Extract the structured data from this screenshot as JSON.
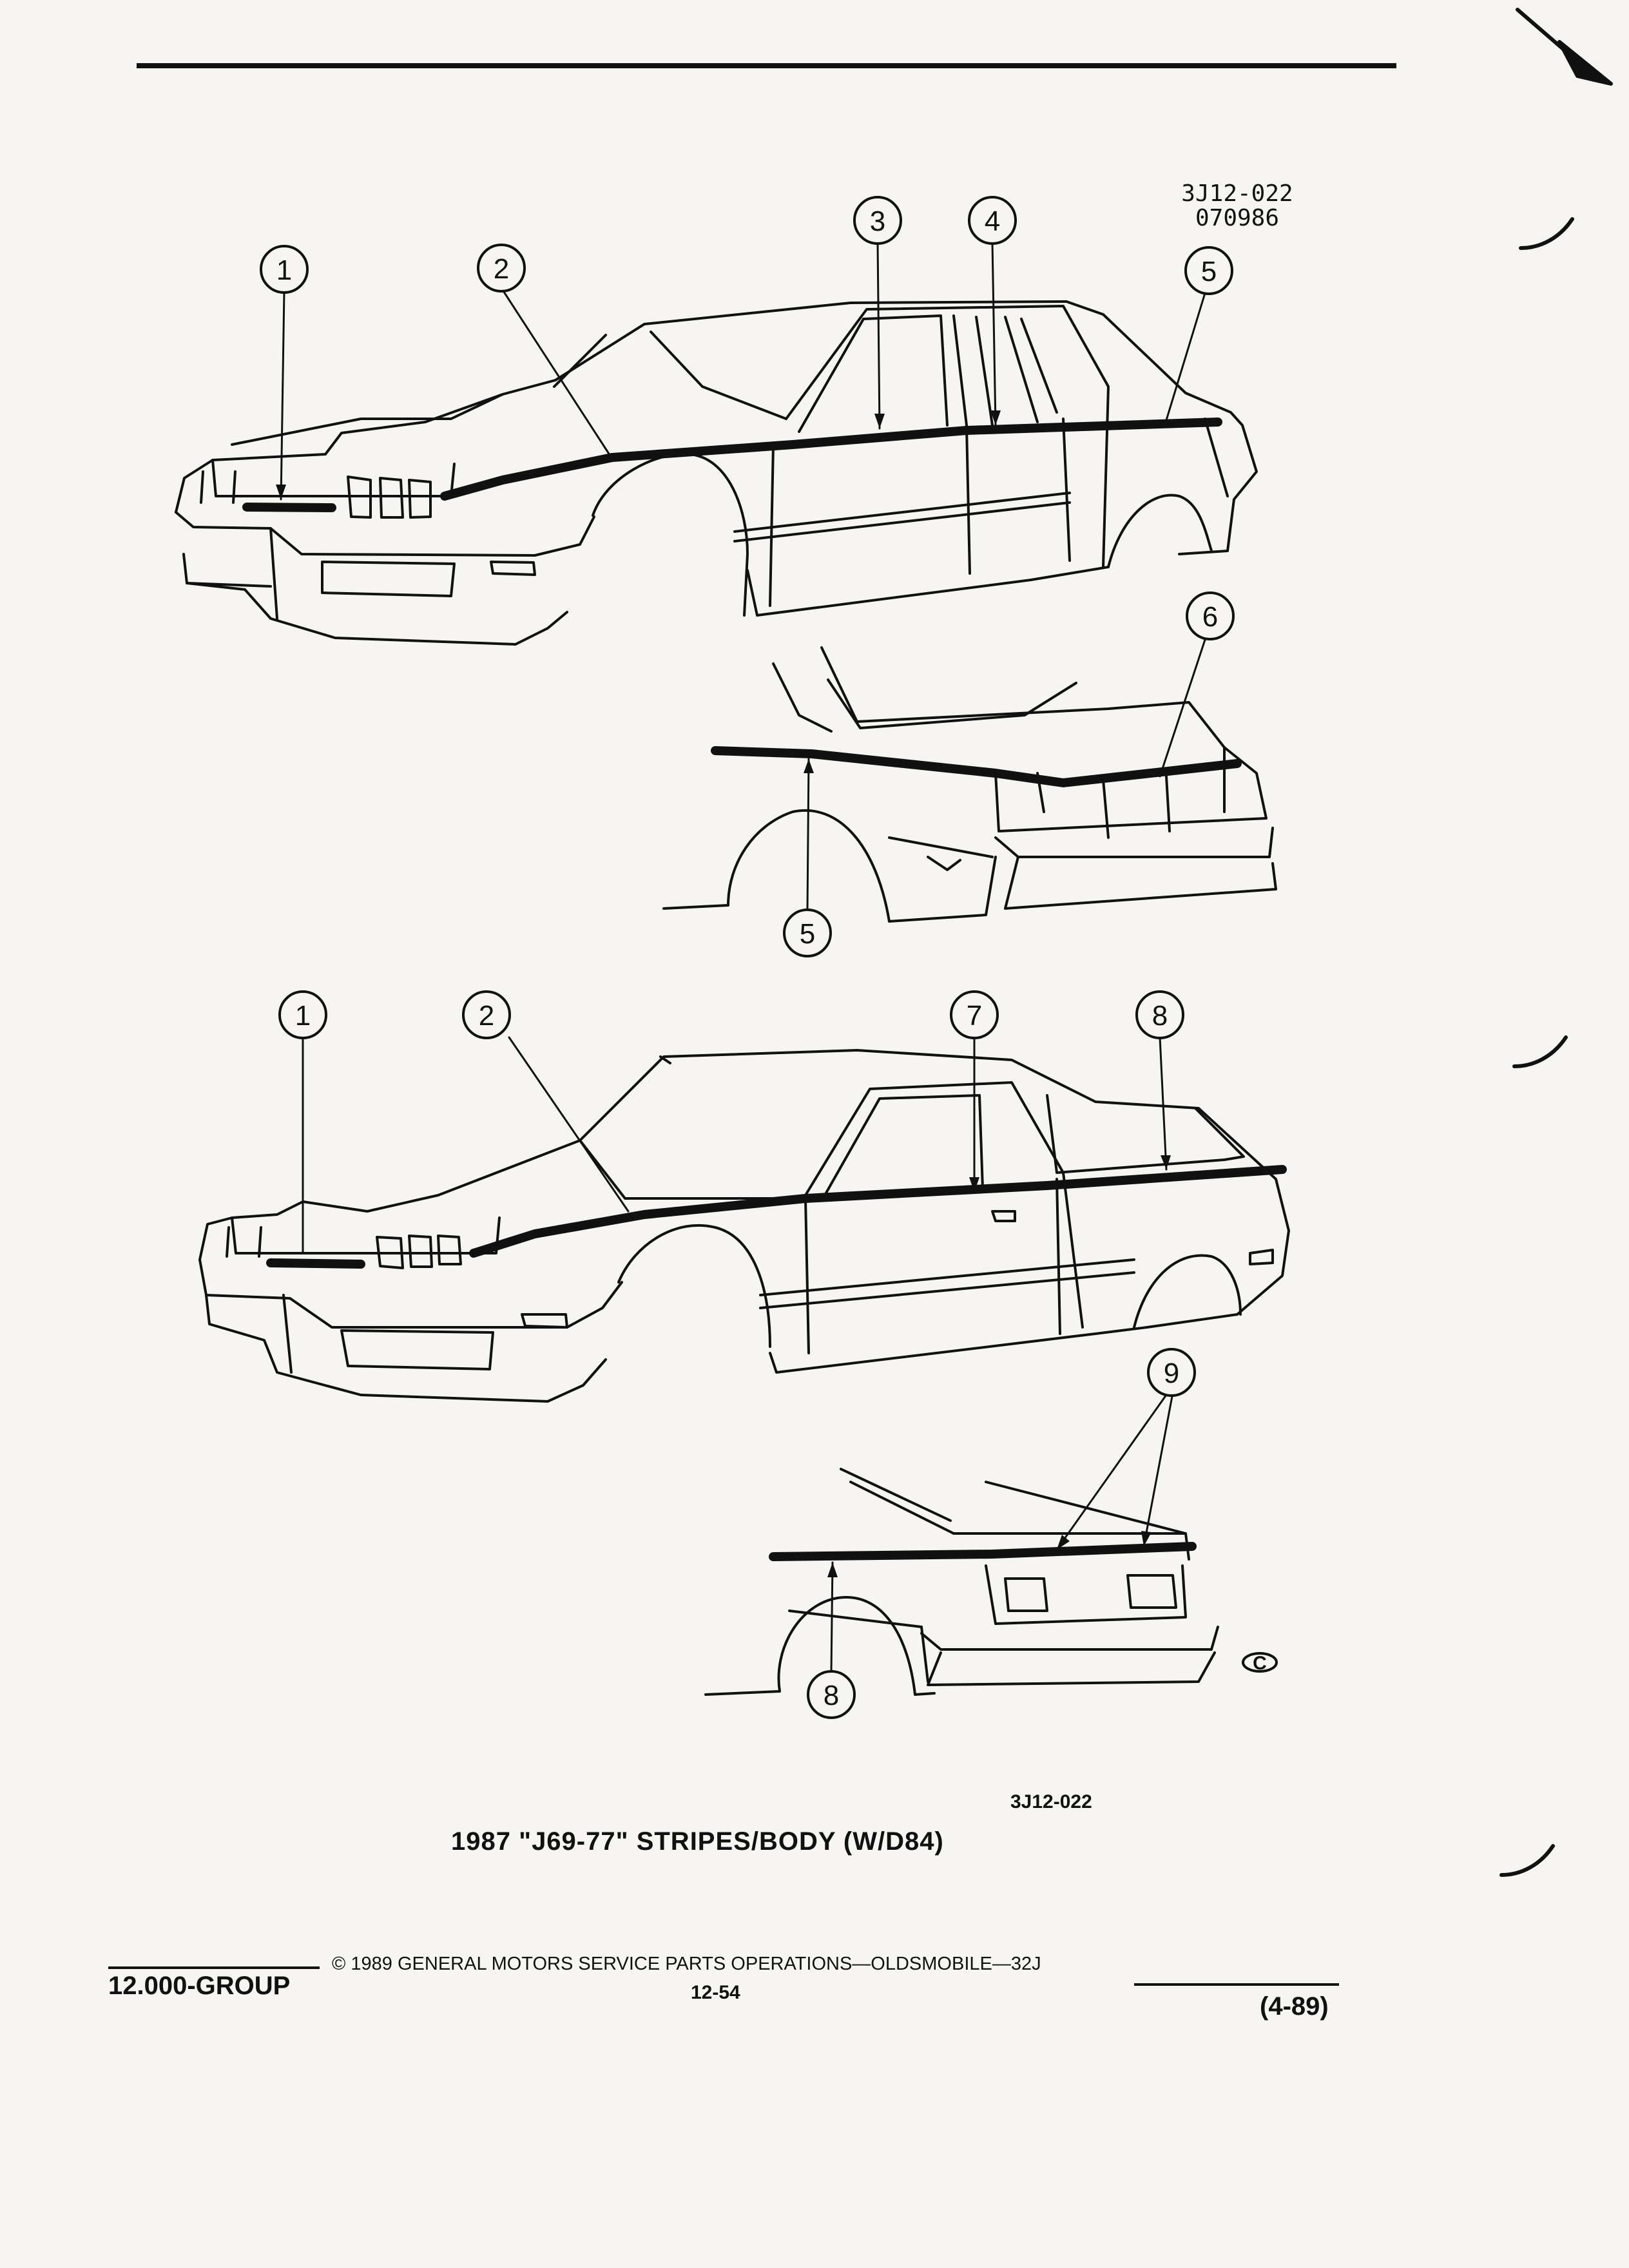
{
  "illustration": {
    "ref_code": "3J12-022",
    "ref_date": "070986",
    "callout_numbers": [
      "1",
      "2",
      "3",
      "4",
      "5",
      "6",
      "7",
      "8",
      "9"
    ],
    "figure_code": "3J12-022",
    "copyright_mark": "C"
  },
  "caption": "1987 \"J69-77\" STRIPES/BODY (W/D84)",
  "footer": {
    "group": "12.000-GROUP",
    "copyright": "© 1989  GENERAL MOTORS SERVICE PARTS OPERATIONS—OLDSMOBILE—32J",
    "page_number": "12-54",
    "revision": "(4-89)"
  }
}
